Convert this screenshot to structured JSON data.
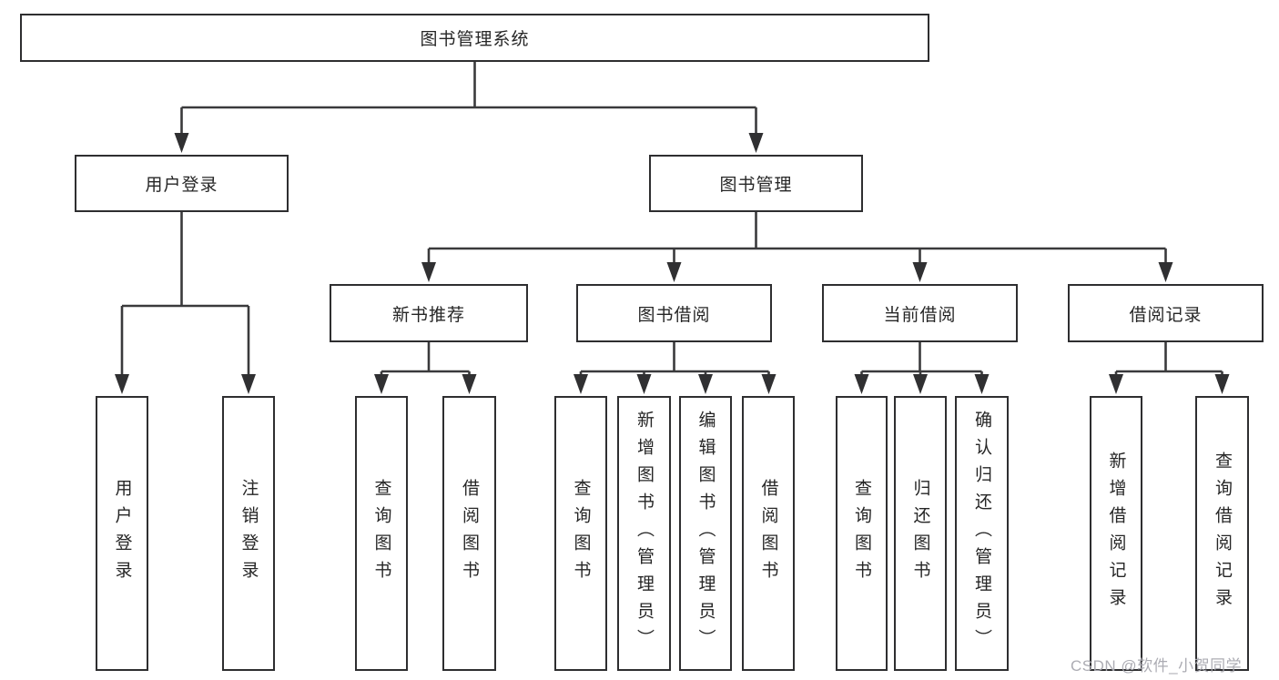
{
  "diagram": {
    "root": {
      "label": "图书管理系统"
    },
    "level2": [
      {
        "label": "用户登录",
        "leaves": [
          "用户登录",
          "注销登录"
        ]
      },
      {
        "label": "图书管理",
        "groups": [
          {
            "label": "新书推荐",
            "leaves": [
              "查询图书",
              "借阅图书"
            ]
          },
          {
            "label": "图书借阅",
            "leaves": [
              "查询图书",
              "新增图书（管理员）",
              "编辑图书（管理员）",
              "借阅图书"
            ]
          },
          {
            "label": "当前借阅",
            "leaves": [
              "查询图书",
              "归还图书",
              "确认归还（管理员）"
            ]
          },
          {
            "label": "借阅记录",
            "leaves": [
              "新增借阅记录",
              "查询借阅记录"
            ]
          }
        ]
      }
    ]
  },
  "watermark": "CSDN @软件_小贺同学",
  "colors": {
    "background": "#ffffff",
    "line": "#3a3a3c",
    "arrowhead": "#303032",
    "box_border": "#2e2e30",
    "box_fill": "#ffffff",
    "text": "#262626",
    "watermark": "#a8a8af"
  }
}
